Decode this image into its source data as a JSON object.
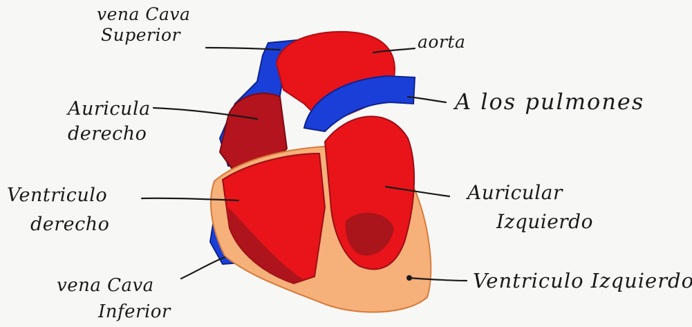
{
  "colors": {
    "background": "#f7f7f5",
    "heart_red": "#e8141a",
    "heart_dark_red": "#a3141c",
    "vessel_blue": "#1a3fd8",
    "fat_orange": "#f6b07a",
    "ink": "#1a1a1a"
  },
  "labels": {
    "vena_cava_superior": {
      "line1": "vena Cava",
      "line2": "Superior"
    },
    "aorta": {
      "line1": "aorta"
    },
    "atrium_right": {
      "line1": "Auricula",
      "line2": "derecho"
    },
    "lungs": {
      "line1": "A los pulmones"
    },
    "ventricle_right": {
      "line1": "Ventriculo",
      "line2": "derecho"
    },
    "atrium_left": {
      "line1": "Auricular",
      "line2": "Izquierdo"
    },
    "vena_cava_inferior": {
      "line1": "vena Cava",
      "line2": "Inferior"
    },
    "ventricle_left": {
      "line1": "Ventriculo Izquierdo"
    }
  }
}
